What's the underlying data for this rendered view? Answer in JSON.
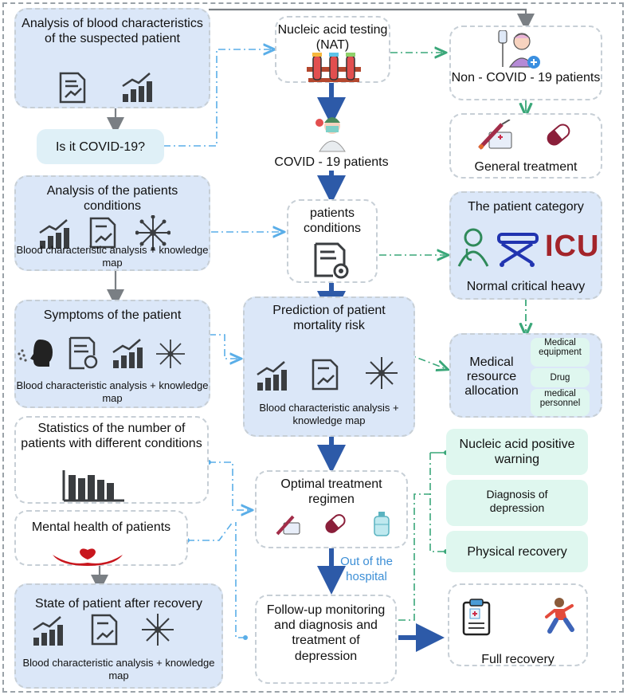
{
  "nodes": {
    "blood_analysis": "Analysis of blood characteristics of the suspected patient",
    "is_covid": "Is it COVID-19?",
    "nat": "Nucleic acid testing (NAT)",
    "non_covid": "Non - COVID - 19 patients",
    "general_treatment": "General treatment",
    "covid_patients": "COVID - 19 patients",
    "patients_conditions_analysis": "Analysis of the patients conditions",
    "bc_km_1": "Blood characteristic analysis + knowledge map",
    "patients_conditions": "patients conditions",
    "patient_category": "The patient category",
    "icu": "ICU",
    "category_levels": "Normal critical  heavy",
    "symptoms": "Symptoms of the patient",
    "bc_km_2": "Blood characteristic analysis + knowledge map",
    "prediction": "Prediction of patient mortality risk",
    "bc_km_3": "Blood characteristic analysis + knowledge map",
    "resource_allocation": "Medical resource allocation",
    "medical_equipment": "Medical equipment",
    "drug": "Drug",
    "medical_personnel": "medical personnel",
    "statistics": "Statistics of the number of patients with different conditions",
    "optimal_treatment": "Optimal treatment regimen",
    "mental_health": "Mental health of patients",
    "nucleic_warning": "Nucleic acid positive warning",
    "depression_diagnosis": "Diagnosis of depression",
    "physical_recovery": "Physical recovery",
    "out_of_hospital": "Out of the hospital",
    "state_after_recovery": "State of patient after recovery",
    "bc_km_4": "Blood characteristic analysis + knowledge map",
    "follow_up": "Follow-up monitoring and diagnosis and treatment of depression",
    "full_recovery": "Full recovery"
  },
  "colors": {
    "box_blue": "#dbe7f8",
    "box_mint": "#dff7ef",
    "arrow_dark_blue": "#2d5aa8",
    "connector_light_blue": "#5aaee8",
    "connector_green": "#3aa779",
    "arrow_gray": "#7a7f84",
    "icon_dark": "#3a3d40",
    "icu_red": "#a3242a",
    "out_label_blue": "#3d8fd6"
  },
  "icons": [
    "document-chart-icon",
    "rising-bar-chart-icon",
    "network-hub-icon",
    "test-tubes-rack-icon",
    "iv-patient-icon",
    "syringe-medkit-icon",
    "pill-capsule-icon",
    "doctor-icon",
    "magnifier-document-icon",
    "stethoscope-doctor-icon",
    "stretcher-icon",
    "coughing-head-icon",
    "bar-chart-icon",
    "hands-heart-icon",
    "oxygen-tank-icon",
    "clipboard-icon",
    "running-person-icon"
  ]
}
